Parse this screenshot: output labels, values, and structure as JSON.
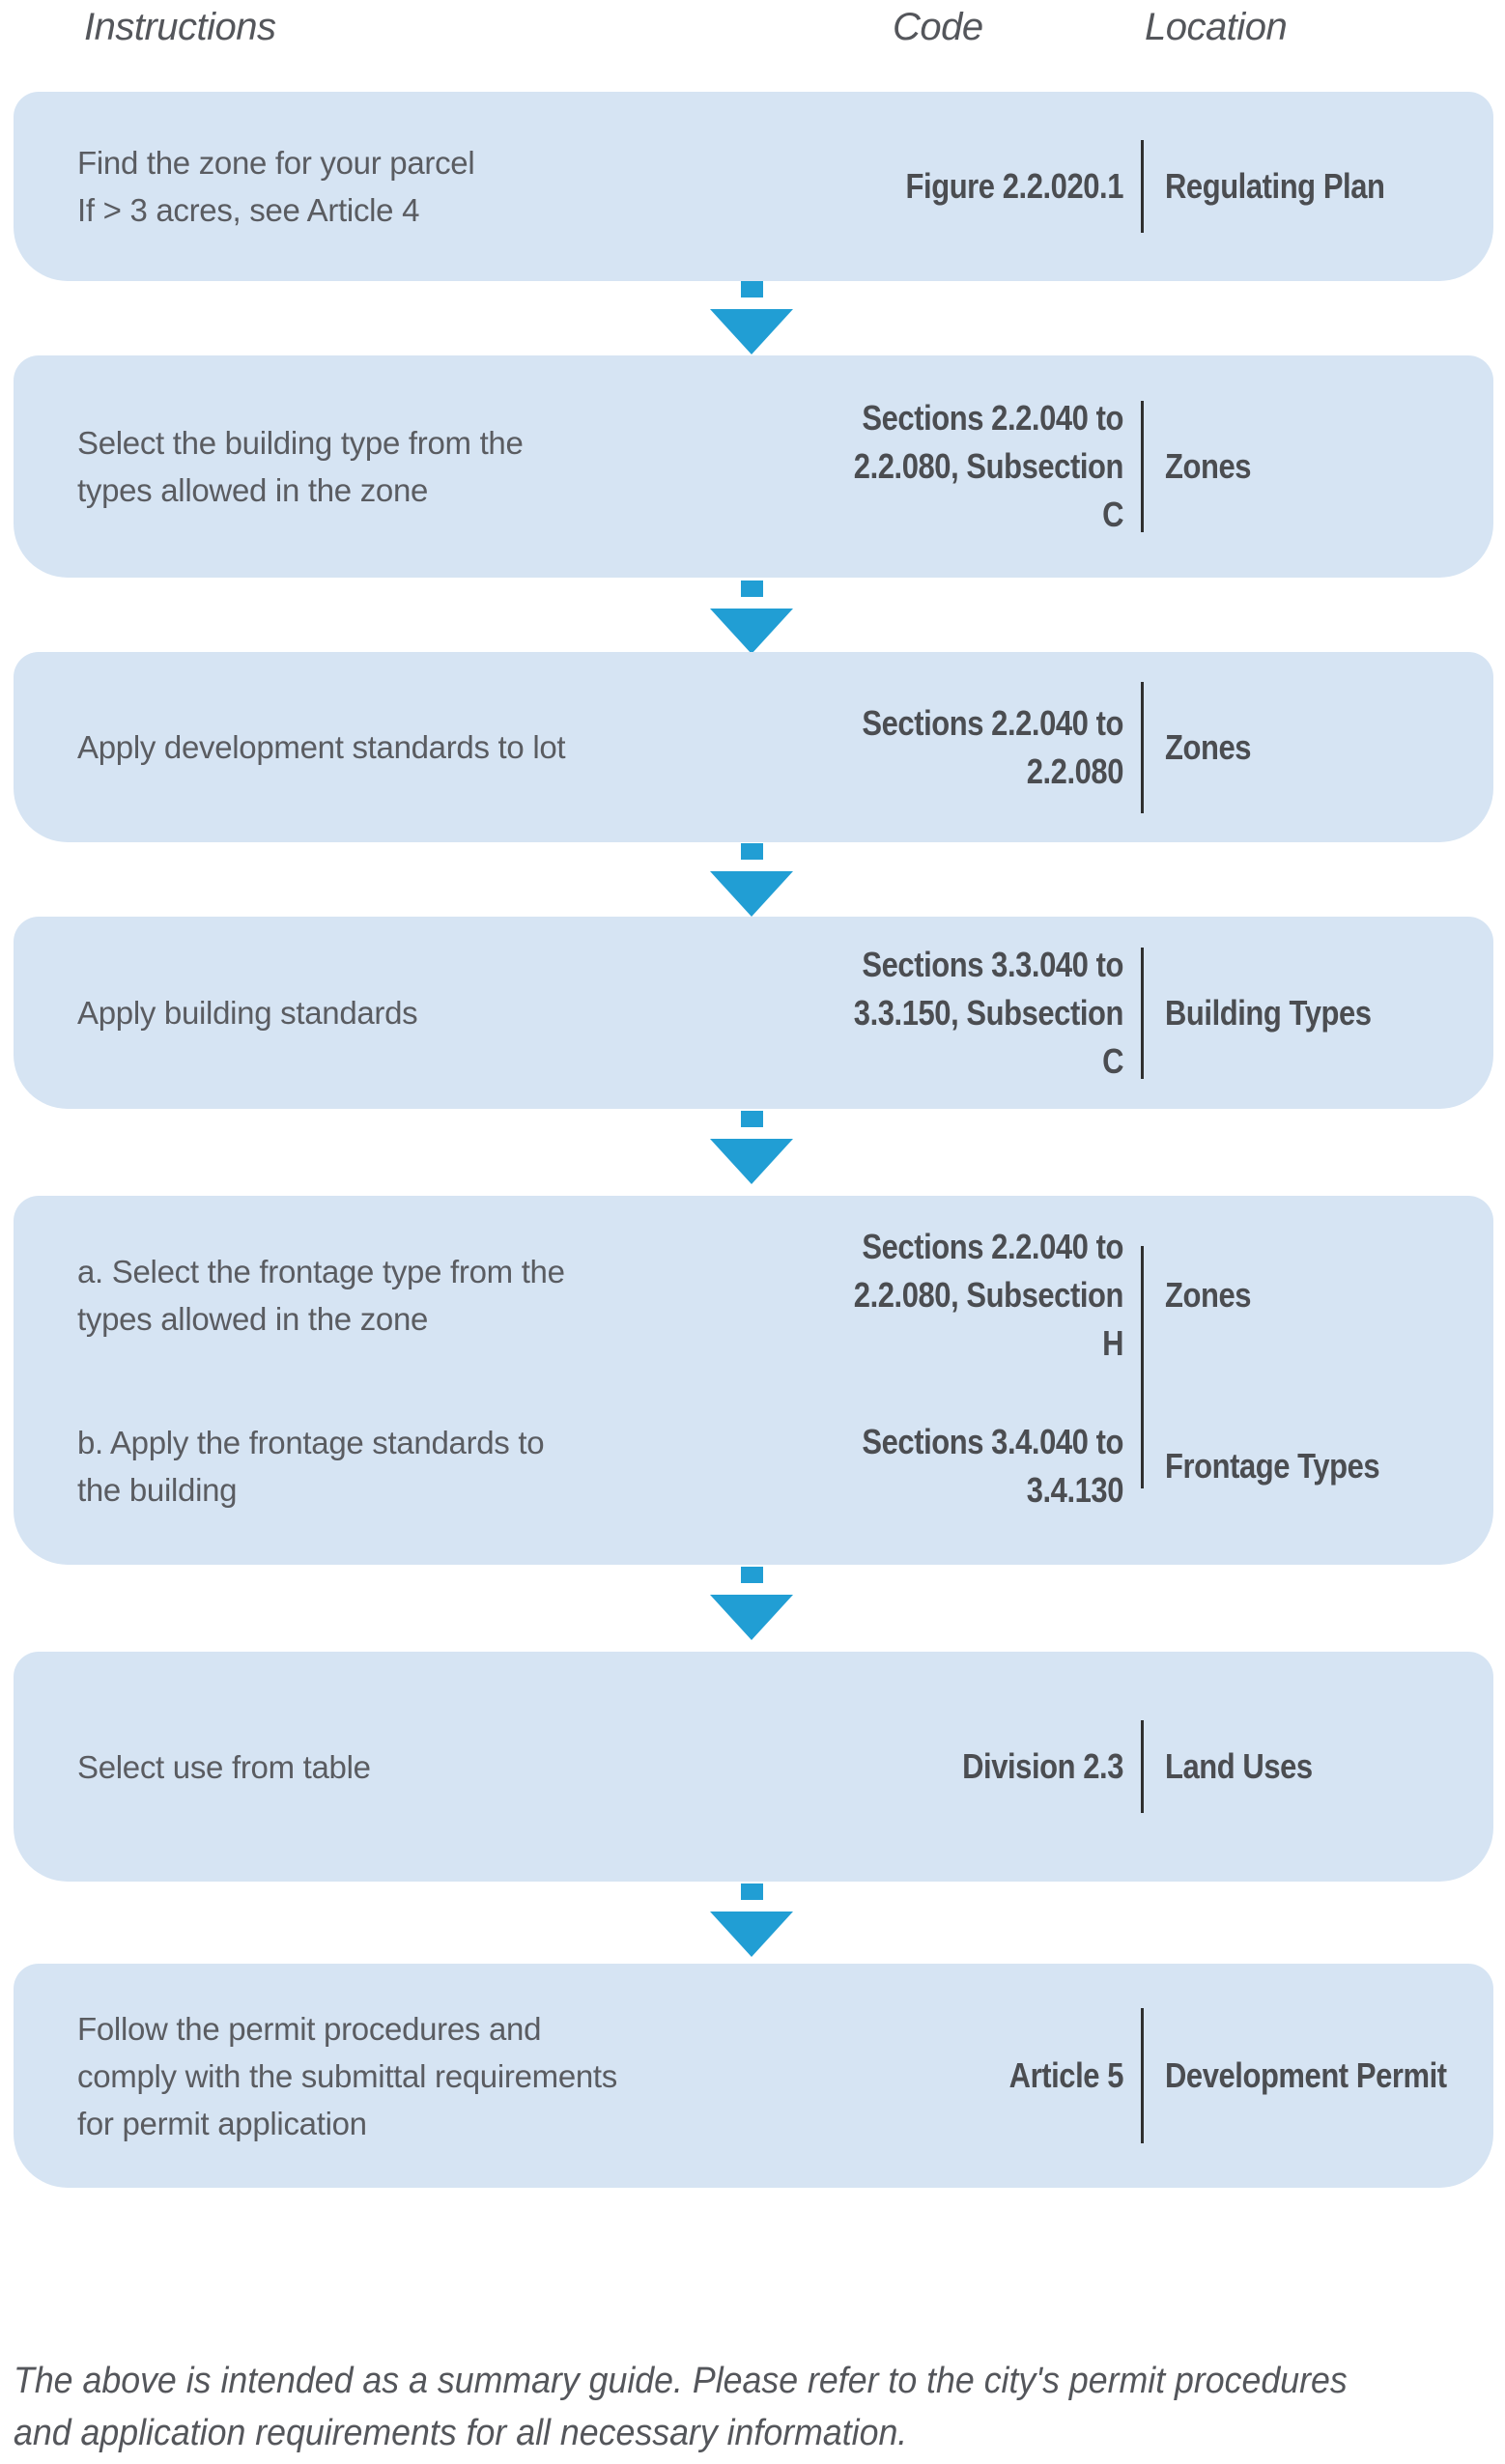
{
  "palette": {
    "box_fill": "#d6e4f3",
    "arrow_blue": "#219ed4",
    "divider": "#2f2f2f",
    "instruction_text": "#5a5c61",
    "bold_text": "#4b4d51",
    "header_text": "#54565b"
  },
  "header": {
    "instructions": "Instructions",
    "code": "Code",
    "location": "Location"
  },
  "steps": [
    {
      "instruction": "Find the zone for your parcel\nIf > 3 acres, see Article 4",
      "code": "Figure 2.2.020.1",
      "location": "Regulating Plan"
    },
    {
      "instruction": "Select the building type from the\ntypes allowed in the zone",
      "code": "Sections 2.2.040 to\n2.2.080, Subsection C",
      "location": "Zones"
    },
    {
      "instruction": "Apply development standards to lot",
      "code": "Sections 2.2.040 to\n2.2.080",
      "location": "Zones"
    },
    {
      "instruction": "Apply building standards",
      "code": "Sections 3.3.040 to\n3.3.150, Subsection C",
      "location": "Building Types"
    },
    {
      "sub": [
        {
          "instruction": "a. Select the frontage type from the\ntypes allowed in the zone",
          "code": "Sections 2.2.040 to\n2.2.080, Subsection H",
          "location": "Zones"
        },
        {
          "instruction": "b. Apply the frontage standards to\nthe building",
          "code": "Sections 3.4.040 to\n3.4.130",
          "location": "Frontage Types"
        }
      ]
    },
    {
      "instruction": "Select use from table",
      "code": "Division 2.3",
      "location": "Land Uses"
    },
    {
      "instruction": "Follow the permit procedures and\ncomply with the submittal requirements\nfor permit application",
      "code": "Article 5",
      "location": "Development Permit"
    }
  ],
  "footer": {
    "note": "The above is intended as a summary guide. Please refer to the city's permit procedures\nand application requirements for all necessary information."
  }
}
